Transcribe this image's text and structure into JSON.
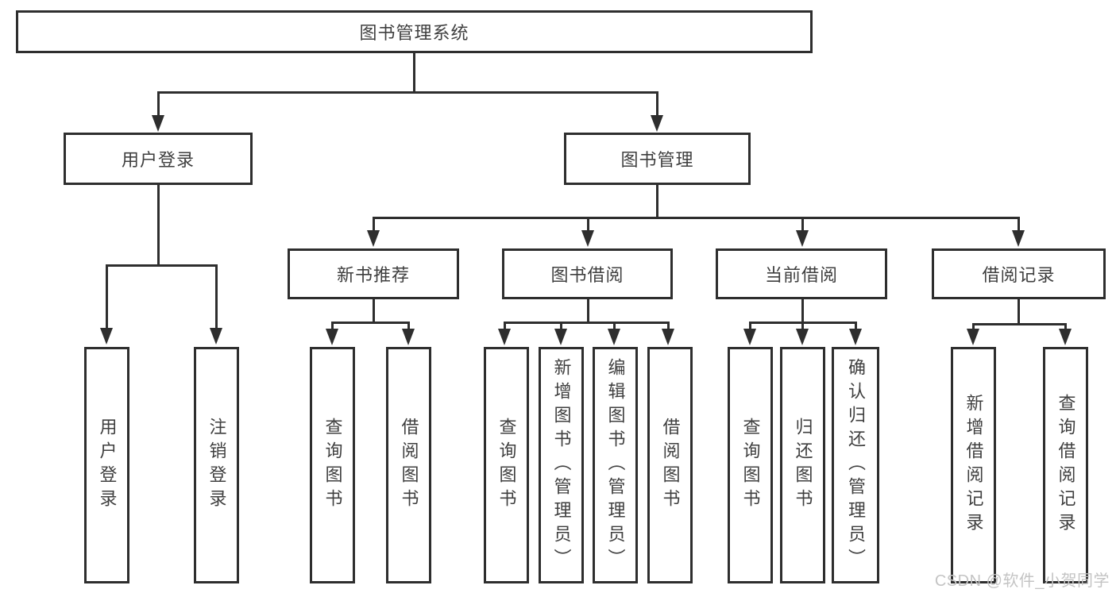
{
  "diagram_type": "hierarchy-tree",
  "tree": {
    "root": "图书管理系统",
    "branches": [
      {
        "label": "用户登录",
        "children": [
          "用户登录",
          "注销登录"
        ]
      },
      {
        "label": "图书管理",
        "children": [
          {
            "label": "新书推荐",
            "children": [
              "查询图书",
              "借阅图书"
            ]
          },
          {
            "label": "图书借阅",
            "children": [
              "查询图书",
              "新增图书（管理员）",
              "编辑图书（管理员）",
              "借阅图书"
            ]
          },
          {
            "label": "当前借阅",
            "children": [
              "查询图书",
              "归还图书",
              "确认归还（管理员）"
            ]
          },
          {
            "label": "借阅记录",
            "children": [
              "新增借阅记录",
              "查询借阅记录"
            ]
          }
        ]
      }
    ]
  },
  "watermark": {
    "text": "CSDN @软件_小贺同学"
  },
  "colors": {
    "line": "#2e2e2e",
    "text": "#3f3f3f",
    "background": "#ffffff",
    "watermark": "#c4c4c4"
  }
}
